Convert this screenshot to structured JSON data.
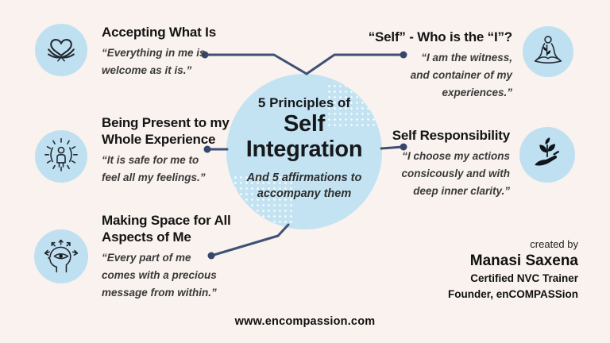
{
  "center": {
    "eyebrow": "5 Principles of",
    "title_lines": [
      "Self",
      "Integration"
    ],
    "subtitle_lines": [
      "And 5 affirmations to",
      "accompany them"
    ]
  },
  "principles": {
    "accepting_what_is": {
      "icon": "heart-hug-icon",
      "title_lines": [
        "Accepting What Is"
      ],
      "quote_lines": [
        "“Everything in me is",
        "welcome as it is.”"
      ]
    },
    "self_who_is_the_i": {
      "icon": "meditation-icon",
      "title_lines": [
        "“Self” - Who is the “I”?"
      ],
      "quote_lines": [
        "“I am the witness,",
        "and container of my",
        "experiences.”"
      ]
    },
    "being_present": {
      "icon": "radiant-person-icon",
      "title_lines": [
        "Being Present to my",
        "Whole Experience"
      ],
      "quote_lines": [
        "“It is safe for me to",
        "feel all my feelings.”"
      ]
    },
    "self_responsibility": {
      "icon": "hand-plant-icon",
      "title_lines": [
        "Self Responsibility"
      ],
      "quote_lines": [
        "“I choose my actions",
        "consicously and with",
        "deep inner clarity.”"
      ]
    },
    "making_space": {
      "icon": "open-mind-icon",
      "title_lines": [
        "Making Space for All",
        "Aspects of Me"
      ],
      "quote_lines": [
        "“Every part of me",
        "comes with a precious",
        "message from within.”"
      ]
    }
  },
  "credits": {
    "label": "created by",
    "name": "Manasi Saxena",
    "role_lines": [
      "Certified NVC Trainer",
      "Founder, enCOMPASSion"
    ]
  },
  "footer": {
    "url": "www.encompassion.com"
  },
  "colors": {
    "background": "#f9f2ee",
    "center_circle_fill": "#c3e3f2",
    "icon_circle_fill": "#bfe0f0",
    "connector_line": "#3e5175",
    "connector_dot": "#35486b",
    "title_text": "#141414",
    "quote_text": "#3a3a3a"
  }
}
